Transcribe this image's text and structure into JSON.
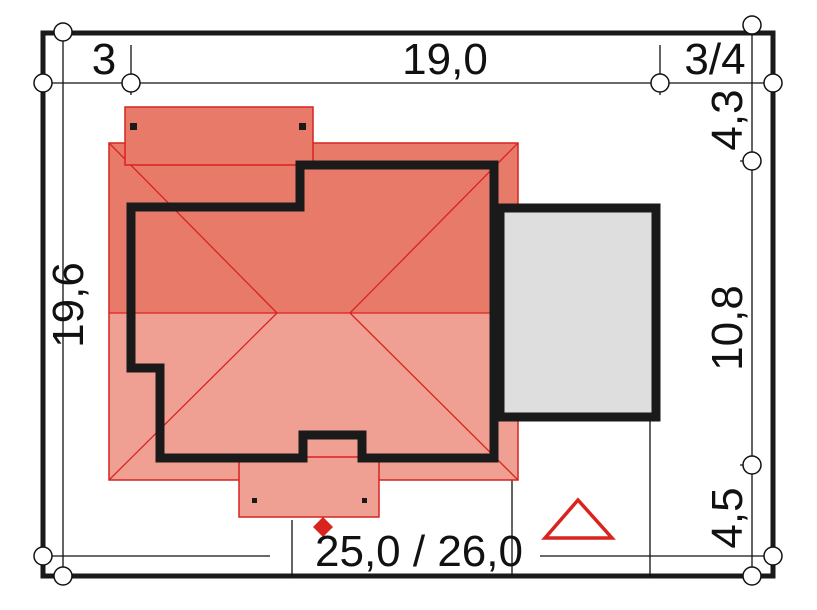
{
  "dimensions": {
    "top_left": "3",
    "top_middle": "19,0",
    "top_right": "3/4",
    "left": "19,6",
    "right_top": "4,3",
    "right_middle": "10,8",
    "right_bottom": "4,5",
    "bottom": "25,0 / 26,0"
  },
  "colors": {
    "plot_border": "#1a1a1a",
    "wall": "#1a1a1a",
    "roof_fill": "#e87a6a",
    "roof_light": "#f0a093",
    "roof_stroke": "#d9231f",
    "garage_fill": "#dedede",
    "north_marker": "#d9231f",
    "guide_line": "#111111"
  },
  "icons": {
    "north": "triangle-north-icon",
    "entrance": "diamond-entrance-icon",
    "dim_node": "circle-node-icon"
  }
}
